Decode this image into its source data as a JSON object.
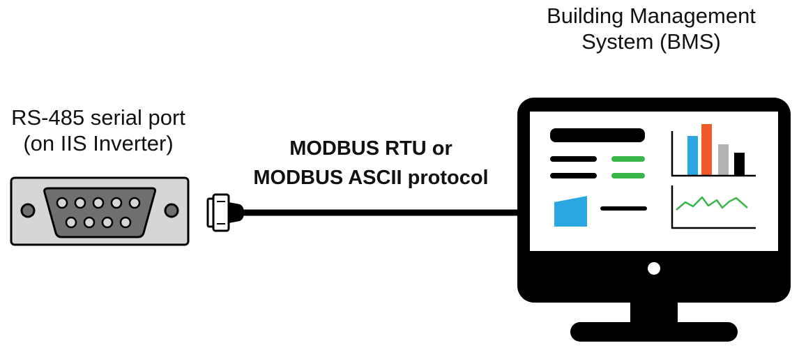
{
  "port_label": {
    "line1": "RS-485 serial port",
    "line2": "(on IIS Inverter)"
  },
  "bms_label": {
    "line1": "Building Management",
    "line2": "System (BMS)"
  },
  "protocol_label": {
    "line1": "MODBUS RTU or",
    "line2": "MODBUS ASCII protocol"
  },
  "colors": {
    "connector_body": "#d6d6d6",
    "connector_inner": "#6f6f6f",
    "cable": "#000000",
    "monitor": "#000000",
    "chart_blue": "#2aa7e0",
    "chart_orange": "#f05a28",
    "chart_gray": "#b3b3b3",
    "chart_black": "#000000",
    "line_green": "#39b54a"
  },
  "icons": {
    "connector": "db9-connector-icon",
    "monitor": "monitor-icon",
    "plug": "cable-plug-icon"
  }
}
